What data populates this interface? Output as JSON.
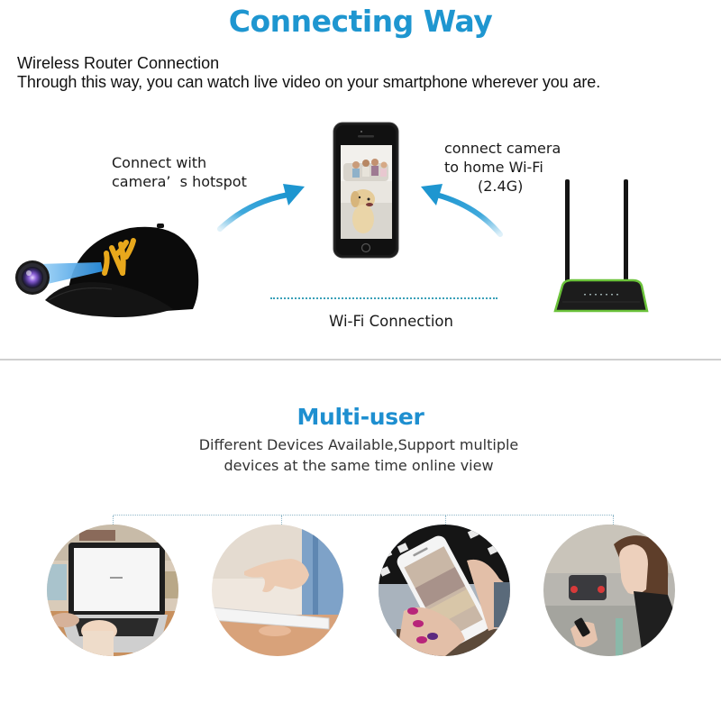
{
  "section_connecting": {
    "title": "Connecting Way",
    "subtitle": "Wireless Router Connection",
    "description": "Through this way, you can watch live video on your smartphone wherever you are.",
    "hotspot_label": "Connect with\ncamera’ s hotspot",
    "hotspot_label_line1": "Connect with",
    "hotspot_label_line2": "camera’  s hotspot",
    "wifi_label_line1": "connect camera",
    "wifi_label_line2": "to home Wi-Fi",
    "wifi_label_line3": "(2.4G)",
    "wifi_connection_label": "Wi-Fi Connection",
    "devices": [
      "hat-camera",
      "smartphone",
      "wifi-router"
    ]
  },
  "section_multiuser": {
    "title": "Multi-user",
    "description_line1": "Different Devices Available,Support multiple",
    "description_line2": "devices at the same time online view",
    "device_photos": [
      {
        "name": "laptop",
        "description": "hands typing on laptop"
      },
      {
        "name": "tablet",
        "description": "finger tapping tablet"
      },
      {
        "name": "smartphone",
        "description": "hand holding phone with live view"
      },
      {
        "name": "mobile-user",
        "description": "woman looking at phone on street"
      }
    ]
  },
  "colors": {
    "accent_blue": "#1e96d0",
    "arrow_blue": "#2a9fd8",
    "dotted_line": "#3aa0b8",
    "divider": "#cfcfcf",
    "cap_logo": "#e8a81c",
    "router_trim": "#6bc23a"
  }
}
